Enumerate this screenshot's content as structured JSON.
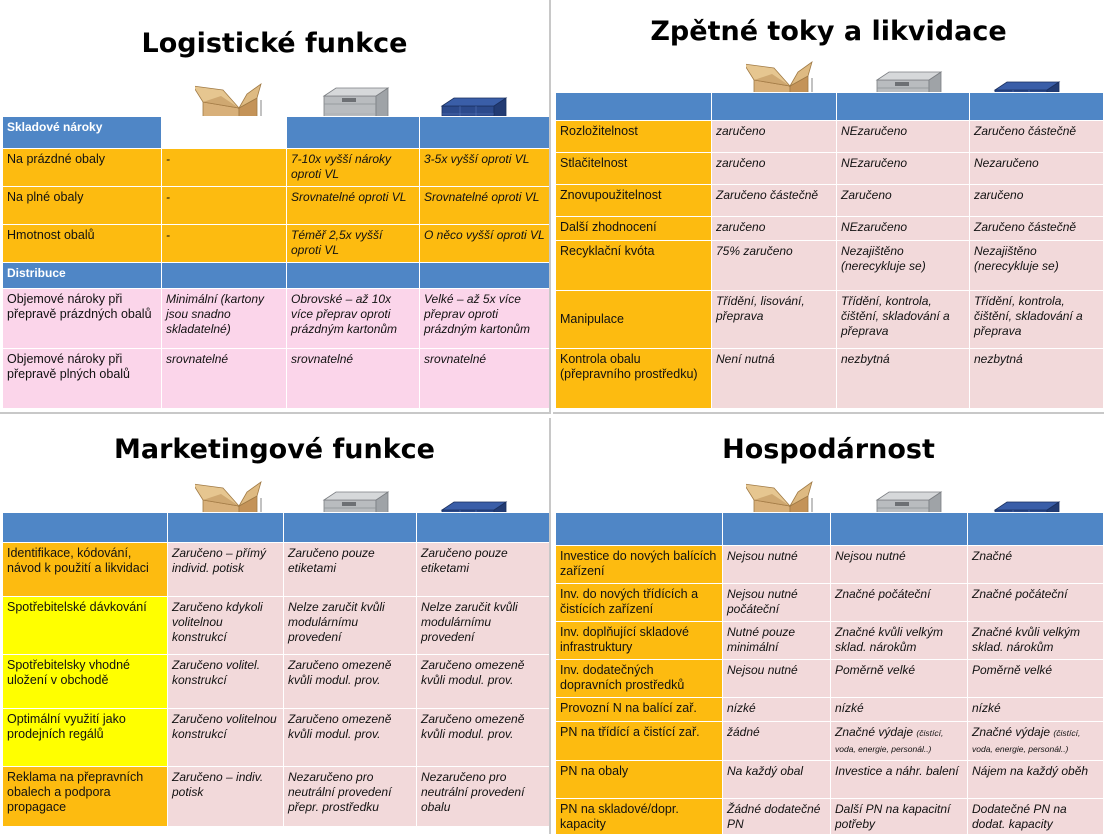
{
  "logistic": {
    "title": "Logistické funkce",
    "sections": [
      {
        "name": "Skladové nároky",
        "rows": [
          {
            "label": "Na prázdné obaly",
            "c1": "-",
            "c2": "7-10x vyšší nároky oproti VL",
            "c3": "3-5x vyšší oproti VL"
          },
          {
            "label": "Na plné obaly",
            "c1": "-",
            "c2": "Srovnatelné oproti VL",
            "c3": "Srovnatelné oproti VL"
          },
          {
            "label": "Hmotnost obalů",
            "c1": "-",
            "c2": "Téměř 2,5x vyšší oproti VL",
            "c3": "O něco vyšší oproti VL"
          }
        ]
      },
      {
        "name": "Distribuce",
        "rows": [
          {
            "label": "Objemové nároky při přepravě prázdných obalů",
            "c1": "Minimální (kartony jsou snadno skladatelné)",
            "c2": "Obrovské – až 10x více přeprav oproti prázdným kartonům",
            "c3": "Velké – až 5x více přeprav oproti prázdným kartonům"
          },
          {
            "label": "Objemové nároky při přepravě plných obalů",
            "c1": "srovnatelné",
            "c2": "srovnatelné",
            "c3": "srovnatelné"
          }
        ]
      }
    ]
  },
  "returns": {
    "title": "Zpětné toky a likvidace",
    "rows": [
      {
        "label": "Rozložitelnost",
        "c1": "zaručeno",
        "c2": "NEzaručeno",
        "c3": "Zaručeno částečně"
      },
      {
        "label": "Stlačitelnost",
        "c1": "zaručeno",
        "c2": "NEzaručeno",
        "c3": "Nezaručeno"
      },
      {
        "label": "Znovupoužitelnost",
        "c1": "Zaručeno částečně",
        "c2": "Zaručeno",
        "c3": "zaručeno"
      },
      {
        "label": "Další zhodnocení",
        "c1": "zaručeno",
        "c2": "NEzaručeno",
        "c3": "Zaručeno částečně"
      },
      {
        "label": "Recyklační kvóta",
        "c1": "75% zaručeno",
        "c2": "Nezajištěno (nerecykluje se)",
        "c3": "Nezajištěno (nerecykluje se)"
      },
      {
        "label": "Manipulace",
        "c1": "Třídění, lisování, přeprava",
        "c2": "Třídění, kontrola, čištění, skladování a přeprava",
        "c3": "Třídění, kontrola, čištění, skladování a přeprava"
      },
      {
        "label": "Kontrola obalu (přepravního prostředku)",
        "c1": "Není nutná",
        "c2": "nezbytná",
        "c3": "nezbytná"
      }
    ]
  },
  "marketing": {
    "title": "Marketingové funkce",
    "rows": [
      {
        "label": "Identifikace, kódování, návod k použití a likvidaci",
        "c1": "Zaručeno – přímý individ. potisk",
        "c2": "Zaručeno pouze etiketami",
        "c3": "Zaručeno pouze etiketami"
      },
      {
        "label": "Spotřebitelské dávkování",
        "c1": "Zaručeno kdykoli volitelnou konstrukcí",
        "c2": "Nelze zaručit kvůli modulárnímu provedení",
        "c3": "Nelze zaručit kvůli modulárnímu provedení"
      },
      {
        "label": "Spotřebitelsky vhodné uložení v obchodě",
        "c1": "Zaručeno volitel. konstrukcí",
        "c2": "Zaručeno omezeně kvůli modul. prov.",
        "c3": "Zaručeno omezeně kvůli modul. prov."
      },
      {
        "label": "Optimální využití jako prodejních regálů",
        "c1": "Zaručeno volitelnou konstrukcí",
        "c2": "Zaručeno omezeně kvůli modul. prov.",
        "c3": "Zaručeno omezeně kvůli modul. prov."
      },
      {
        "label": "Reklama na přepravních obalech a podpora propagace",
        "c1": "Zaručeno – indiv. potisk",
        "c2": "Nezaručeno pro neutrální provedení přepr. prostředku",
        "c3": "Nezaručeno pro neutrální provedení obalu"
      }
    ]
  },
  "economy": {
    "title": "Hospodárnost",
    "rows": [
      {
        "label": "Investice do nových balících zařízení",
        "c1": "Nejsou nutné",
        "c2": "Nejsou nutné",
        "c3": "Značné"
      },
      {
        "label": "Inv. do nových třídících a čistících zařízení",
        "c1": "Nejsou nutné počáteční",
        "c2": "Značné počáteční",
        "c3": "Značné počáteční"
      },
      {
        "label": "Inv. doplňující skladové infrastruktury",
        "c1": "Nutné pouze minimální",
        "c2": "Značné kvůli velkým sklad. nárokům",
        "c3": "Značné kvůli velkým sklad. nárokům"
      },
      {
        "label": "Inv. dodatečných dopravních prostředků",
        "c1": "Nejsou nutné",
        "c2": "Poměrně velké",
        "c3": "Poměrně velké"
      },
      {
        "label": "Provozní N na balící zař.",
        "c1": "nízké",
        "c2": "nízké",
        "c3": "nízké"
      },
      {
        "label": "PN na třídící a čistící zař.",
        "c1": "žádné",
        "c2": "Značné výdaje",
        "c2_small": "(čistící, voda, energie, personál..)",
        "c3": "Značné výdaje",
        "c3_small": "(čistící, voda, energie, personál..)"
      },
      {
        "label": "PN na obaly",
        "c1": "Na každý obal",
        "c2": "Investice a náhr. balení",
        "c3": "Nájem na každý oběh"
      },
      {
        "label": "PN na skladové/dopr. kapacity",
        "c1": "Žádné dodatečné PN",
        "c2": "Další PN na kapacitní potřeby",
        "c3": "Dodatečné PN na dodat. kapacity"
      }
    ]
  },
  "icons": [
    "cardboard-box-icon",
    "grey-plastic-crate-icon",
    "blue-plastic-crate-icon"
  ]
}
